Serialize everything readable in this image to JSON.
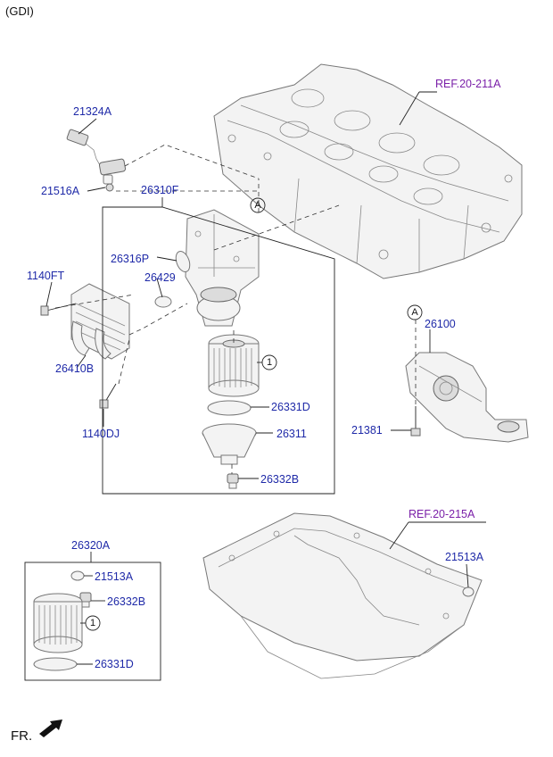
{
  "header": {
    "engine_code": "(GDI)"
  },
  "refs": {
    "ref_top": "REF.20-211A",
    "ref_pan": "REF.20-215A"
  },
  "labels": {
    "p21324A": "21324A",
    "p21516A": "21516A",
    "p26310F": "26310F",
    "p26316P": "26316P",
    "p26429": "26429",
    "p1140FT": "1140FT",
    "p26410B": "26410B",
    "p1140DJ": "1140DJ",
    "p26331D_a": "26331D",
    "p26311": "26311",
    "p26332B_a": "26332B",
    "p26100": "26100",
    "p21381": "21381",
    "p26320A": "26320A",
    "p21513A_a": "21513A",
    "p26332B_b": "26332B",
    "p26331D_b": "26331D",
    "p21513A_b": "21513A"
  },
  "markers": {
    "a1": "A",
    "a2": "A",
    "c1": "1",
    "c2": "1"
  },
  "footer": {
    "direction": "FR."
  }
}
